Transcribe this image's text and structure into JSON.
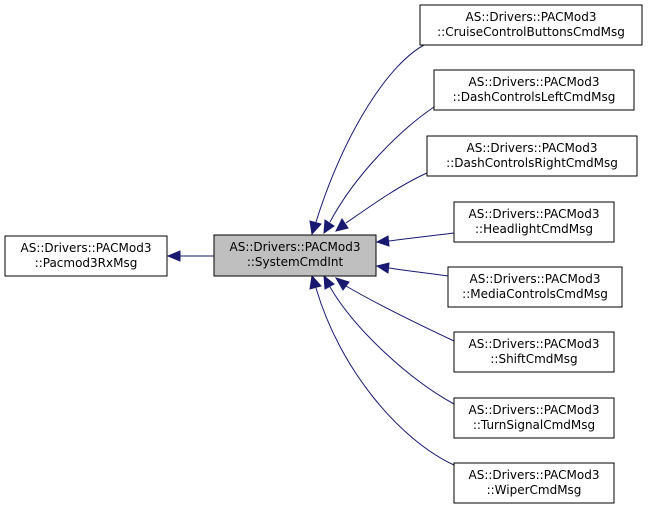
{
  "colors": {
    "edge": "#191970",
    "focus_fill": "#bfbfbf",
    "node_fill": "#ffffff",
    "border": "#000000"
  },
  "nodes": {
    "base": {
      "line1": "AS::Drivers::PACMod3",
      "line2": "::Pacmod3RxMsg"
    },
    "current": {
      "line1": "AS::Drivers::PACMod3",
      "line2": "::SystemCmdInt"
    },
    "derived": [
      {
        "line1": "AS::Drivers::PACMod3",
        "line2": "::CruiseControlButtonsCmdMsg"
      },
      {
        "line1": "AS::Drivers::PACMod3",
        "line2": "::DashControlsLeftCmdMsg"
      },
      {
        "line1": "AS::Drivers::PACMod3",
        "line2": "::DashControlsRightCmdMsg"
      },
      {
        "line1": "AS::Drivers::PACMod3",
        "line2": "::HeadlightCmdMsg"
      },
      {
        "line1": "AS::Drivers::PACMod3",
        "line2": "::MediaControlsCmdMsg"
      },
      {
        "line1": "AS::Drivers::PACMod3",
        "line2": "::ShiftCmdMsg"
      },
      {
        "line1": "AS::Drivers::PACMod3",
        "line2": "::TurnSignalCmdMsg"
      },
      {
        "line1": "AS::Drivers::PACMod3",
        "line2": "::WiperCmdMsg"
      }
    ]
  }
}
